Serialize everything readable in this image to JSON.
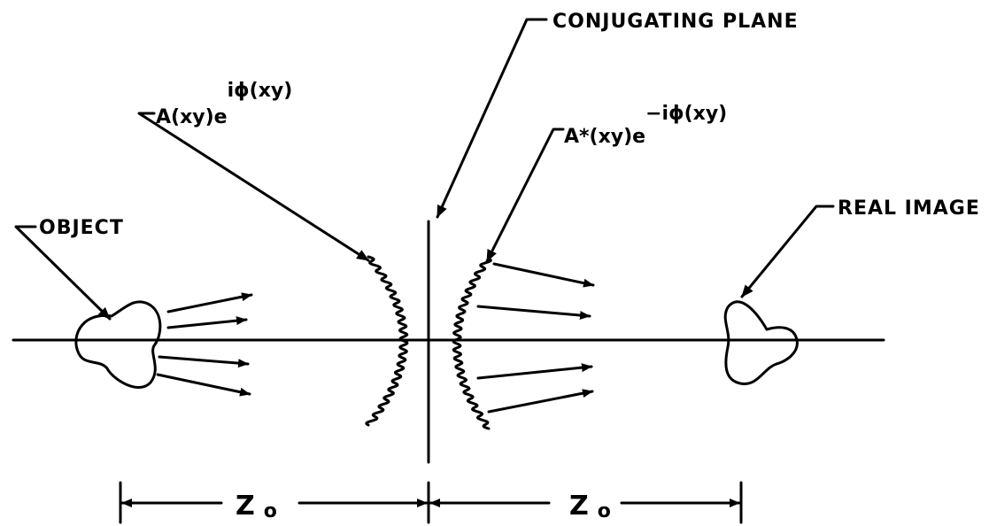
{
  "labels": {
    "conjugating_plane": "CONJUGATING PLANE",
    "object": "OBJECT",
    "real_image": "REAL IMAGE"
  },
  "incident_wave": {
    "amplitude": "A(xy)e",
    "exponent": "iϕ(xy)"
  },
  "conjugate_wave": {
    "amplitude": "A*(xy)e",
    "exponent": "−iϕ(xy)"
  },
  "distances": {
    "left_z": "Z",
    "left_sub": "o",
    "right_z": "Z",
    "right_sub": "o"
  }
}
